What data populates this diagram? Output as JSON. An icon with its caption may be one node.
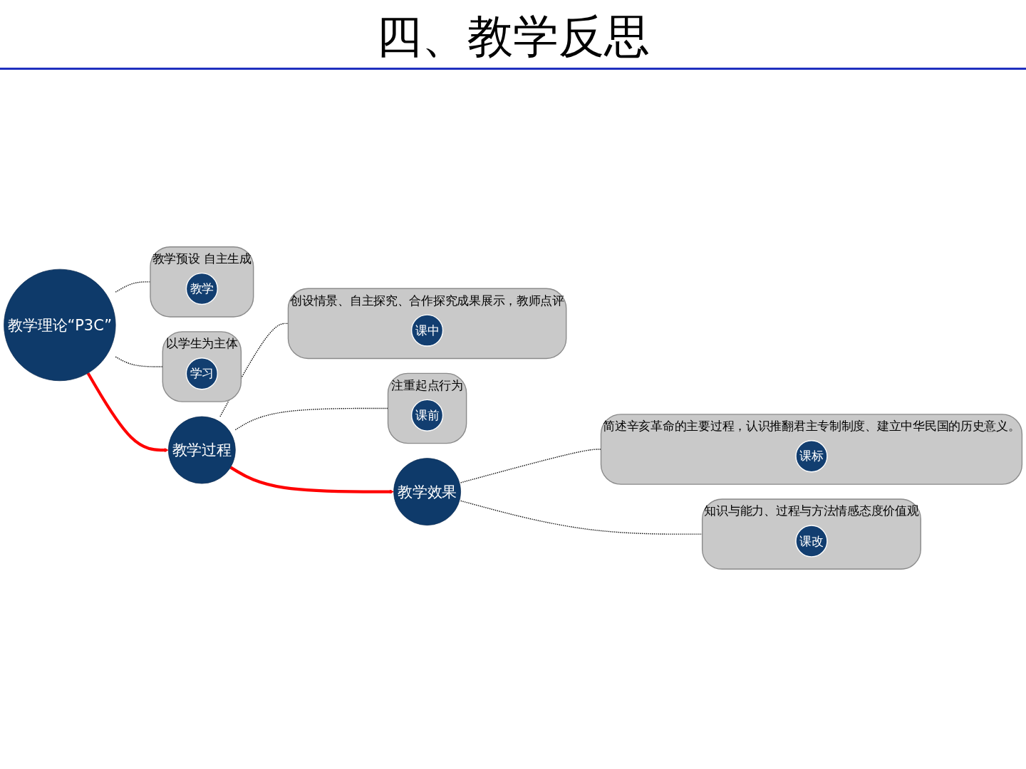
{
  "diagram": {
    "title": "四、教学反思",
    "nodes": [
      {
        "text": [
          "教学理论“P3C”"
        ]
      },
      {
        "text": [
          "以学生为主体"
        ]
      },
      {
        "text": [
          "学习"
        ],
        "in": 1
      },
      {
        "text": [
          "教学预设 自主生成"
        ]
      },
      {
        "text": [
          "教学"
        ],
        "in": 3
      },
      {
        "text": [
          "教学过程"
        ]
      },
      {
        "text": [
          "注重起点行为"
        ]
      },
      {
        "text": [
          "课前"
        ],
        "in": 6
      },
      {
        "text": [
          "创设情景、自主探究、合作探究成果展示，教师点评"
        ]
      },
      {
        "text": [
          "课中"
        ],
        "in": 8
      },
      {
        "text": [
          "简述辛亥革命的主要过程，认识推翻君主专制制度、建立中华民国的历史意义。"
        ]
      },
      {
        "text": [
          "课标"
        ],
        "in": 10
      },
      {
        "text": [
          "教学效果"
        ]
      },
      {
        "text": [
          "知识与能力、过程与方法情感态度价值观"
        ]
      },
      {
        "text": [
          "课改"
        ],
        "in": 13
      }
    ],
    "edges": [
      {
        "from": 0,
        "to": 1,
        "arrow": "none",
        "style": "dashed"
      },
      {
        "from": 0,
        "to": 3,
        "arrow": "none",
        "style": "dashed"
      },
      {
        "from": 0,
        "to": 5,
        "arrow": "to",
        "style": "thick",
        "color": "#ff0000"
      },
      {
        "from": 5,
        "to": 6,
        "arrow": "none",
        "style": "dashed"
      },
      {
        "from": 5,
        "to": 8,
        "arrow": "none",
        "style": "dashed"
      },
      {
        "from": 5,
        "to": 12,
        "arrow": "to",
        "style": "thick",
        "color": "#ff0000"
      },
      {
        "from": 12,
        "to": 10,
        "arrow": "none",
        "style": "dashed"
      },
      {
        "from": 12,
        "to": 13,
        "arrow": "none",
        "style": "dashed"
      }
    ]
  }
}
